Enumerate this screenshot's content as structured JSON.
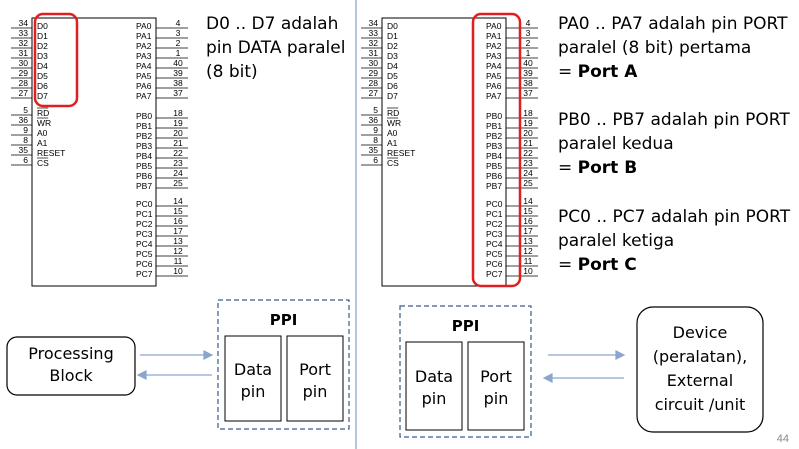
{
  "left_chip": {
    "left_pins": [
      {
        "num": "34",
        "label": "D0",
        "bar": false
      },
      {
        "num": "33",
        "label": "D1",
        "bar": false
      },
      {
        "num": "32",
        "label": "D2",
        "bar": false
      },
      {
        "num": "31",
        "label": "D3",
        "bar": false
      },
      {
        "num": "30",
        "label": "D4",
        "bar": false
      },
      {
        "num": "29",
        "label": "D5",
        "bar": false
      },
      {
        "num": "28",
        "label": "D6",
        "bar": false
      },
      {
        "num": "27",
        "label": "D7",
        "bar": false
      },
      {
        "num": "5",
        "label": "RD",
        "bar": true
      },
      {
        "num": "36",
        "label": "WR",
        "bar": true
      },
      {
        "num": "9",
        "label": "A0",
        "bar": false
      },
      {
        "num": "8",
        "label": "A1",
        "bar": false
      },
      {
        "num": "35",
        "label": "RESET",
        "bar": false
      },
      {
        "num": "6",
        "label": "CS",
        "bar": true
      }
    ],
    "right_pins": [
      {
        "num": "4",
        "label": "PA0"
      },
      {
        "num": "3",
        "label": "PA1"
      },
      {
        "num": "2",
        "label": "PA2"
      },
      {
        "num": "1",
        "label": "PA3"
      },
      {
        "num": "40",
        "label": "PA4"
      },
      {
        "num": "39",
        "label": "PA5"
      },
      {
        "num": "38",
        "label": "PA6"
      },
      {
        "num": "37",
        "label": "PA7"
      },
      {
        "num": "18",
        "label": "PB0"
      },
      {
        "num": "19",
        "label": "PB1"
      },
      {
        "num": "20",
        "label": "PB2"
      },
      {
        "num": "21",
        "label": "PB3"
      },
      {
        "num": "22",
        "label": "PB4"
      },
      {
        "num": "23",
        "label": "PB5"
      },
      {
        "num": "24",
        "label": "PB6"
      },
      {
        "num": "25",
        "label": "PB7"
      },
      {
        "num": "14",
        "label": "PC0"
      },
      {
        "num": "15",
        "label": "PC1"
      },
      {
        "num": "16",
        "label": "PC2"
      },
      {
        "num": "17",
        "label": "PC3"
      },
      {
        "num": "13",
        "label": "PC4"
      },
      {
        "num": "12",
        "label": "PC5"
      },
      {
        "num": "11",
        "label": "PC6"
      },
      {
        "num": "10",
        "label": "PC7"
      }
    ]
  },
  "left_desc": {
    "line1": "D0 .. D7 adalah",
    "line2": "pin DATA paralel",
    "line3": "(8 bit)"
  },
  "port_a_desc": {
    "line1": "PA0 .. PA7 adalah pin PORT",
    "line2": "paralel (8 bit) pertama",
    "line3_prefix": "= ",
    "line3_bold": "Port A"
  },
  "port_b_desc": {
    "line1": "PB0 .. PB7 adalah pin PORT",
    "line2": "paralel kedua",
    "line3_prefix": "= ",
    "line3_bold": "Port B"
  },
  "port_c_desc": {
    "line1": "PC0 .. PC7 adalah pin PORT",
    "line2": "paralel ketiga",
    "line3_prefix": "= ",
    "line3_bold": "Port C"
  },
  "processing_block": {
    "line1": "Processing",
    "line2": "Block"
  },
  "ppi_left": {
    "title": "PPI",
    "data_line1": "Data",
    "data_line2": "pin",
    "port_line1": "Port",
    "port_line2": "pin"
  },
  "ppi_right": {
    "title": "PPI",
    "data_line1": "Data",
    "data_line2": "pin",
    "port_line1": "Port",
    "port_line2": "pin"
  },
  "device_box": {
    "line1": "Device",
    "line2": "(peralatan),",
    "line3": "External",
    "line4": "circuit /unit"
  },
  "page_number": "44",
  "colors": {
    "highlight": "#e02020",
    "divider": "#9fb4d6",
    "arrow": "#8aa6cf",
    "dashed": "#3a5a8c"
  }
}
